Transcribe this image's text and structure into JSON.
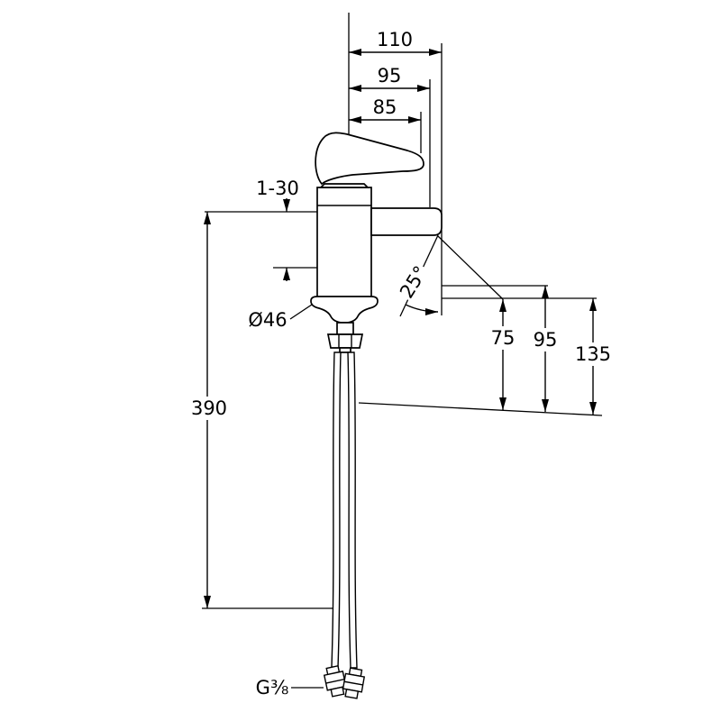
{
  "drawing": {
    "subject": "single-lever basin mixer tap with flexible supply hoses, dimensioned technical drawing",
    "background_color": "#ffffff",
    "line_color": "#000000"
  },
  "labels": {
    "reach_overall": "110",
    "reach_mid": "95",
    "reach_inner": "85",
    "clamp_range": "1-30",
    "base_diameter": "Ø46",
    "spout_angle": "25°",
    "height_outlet": "75",
    "height_spout_top": "95",
    "height_overall": "135",
    "hose_length": "390",
    "thread": "G⅜"
  }
}
